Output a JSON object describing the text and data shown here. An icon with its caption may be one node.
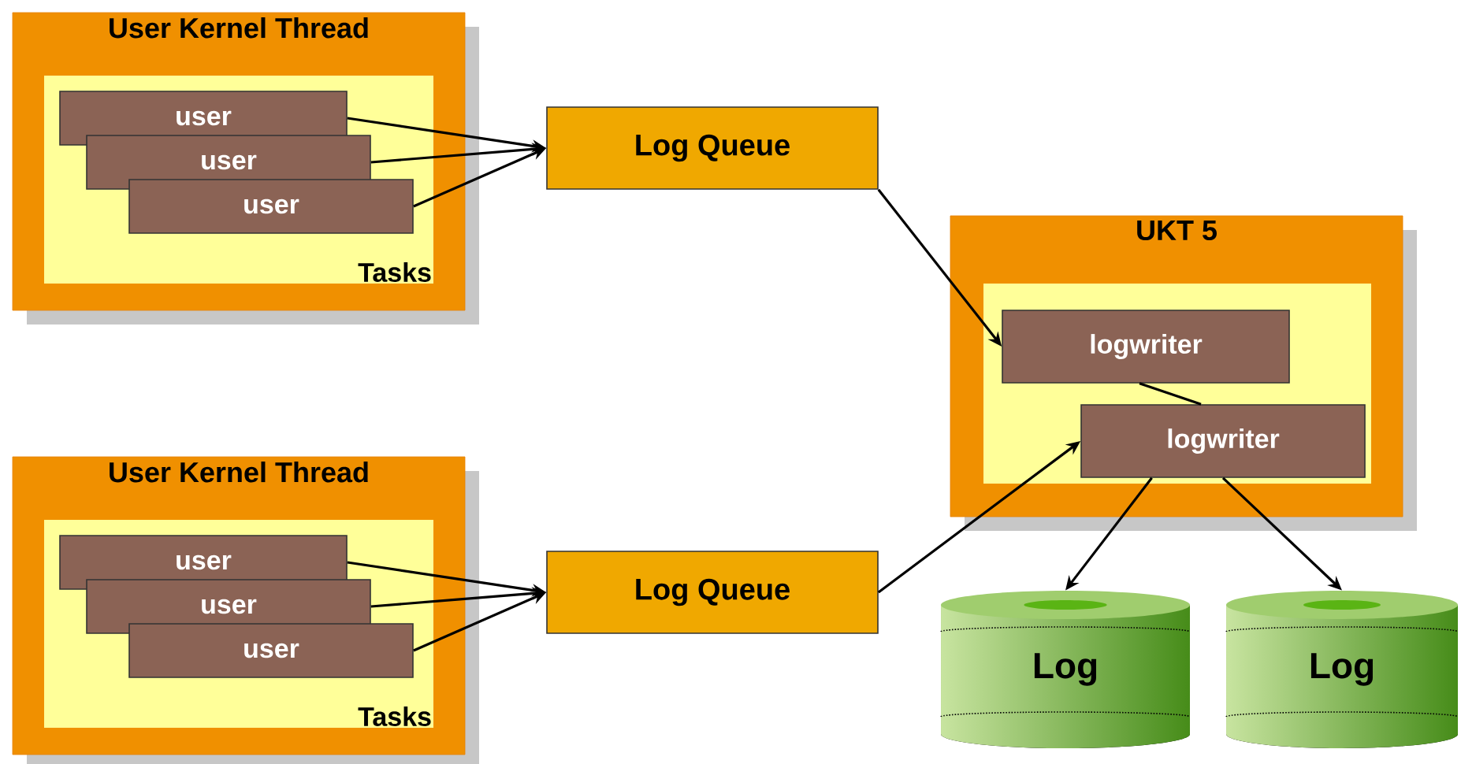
{
  "diagram": {
    "nodes": [
      {
        "text": [
          "User Kernel Thread"
        ]
      },
      {
        "text": [
          "Tasks"
        ],
        "in": 0
      },
      {
        "text": [
          "user"
        ],
        "in": 1
      },
      {
        "text": [
          "user"
        ],
        "in": 1
      },
      {
        "text": [
          "user"
        ],
        "in": 1
      },
      {
        "text": [
          "Log Queue"
        ]
      },
      {
        "text": [
          "User Kernel Thread"
        ]
      },
      {
        "text": [
          "Tasks"
        ],
        "in": 6
      },
      {
        "text": [
          "user"
        ],
        "in": 7
      },
      {
        "text": [
          "user"
        ],
        "in": 7
      },
      {
        "text": [
          "user"
        ],
        "in": 7
      },
      {
        "text": [
          "Log Queue"
        ]
      },
      {
        "text": [
          "UKT 5"
        ]
      },
      {
        "text": [],
        "shape": "box",
        "in": 12
      },
      {
        "text": [
          "logwriter"
        ],
        "in": 13
      },
      {
        "text": [
          "logwriter"
        ],
        "in": 13
      },
      {
        "text": [
          "Log"
        ]
      },
      {
        "text": [
          "Log"
        ]
      }
    ],
    "edges": [
      {
        "from": 2,
        "to": 5,
        "arrow": "to"
      },
      {
        "from": 3,
        "to": 5,
        "arrow": "to"
      },
      {
        "from": 4,
        "to": 5,
        "arrow": "to"
      },
      {
        "from": 8,
        "to": 11,
        "arrow": "to"
      },
      {
        "from": 9,
        "to": 11,
        "arrow": "to"
      },
      {
        "from": 10,
        "to": 11,
        "arrow": "to"
      },
      {
        "from": 5,
        "to": 14,
        "arrow": "to"
      },
      {
        "from": 11,
        "to": 15,
        "arrow": "to"
      },
      {
        "from": 14,
        "to": 15,
        "arrow": "none"
      },
      {
        "from": 15,
        "to": 16,
        "arrow": "to"
      },
      {
        "from": 15,
        "to": 17,
        "arrow": "to"
      }
    ]
  }
}
